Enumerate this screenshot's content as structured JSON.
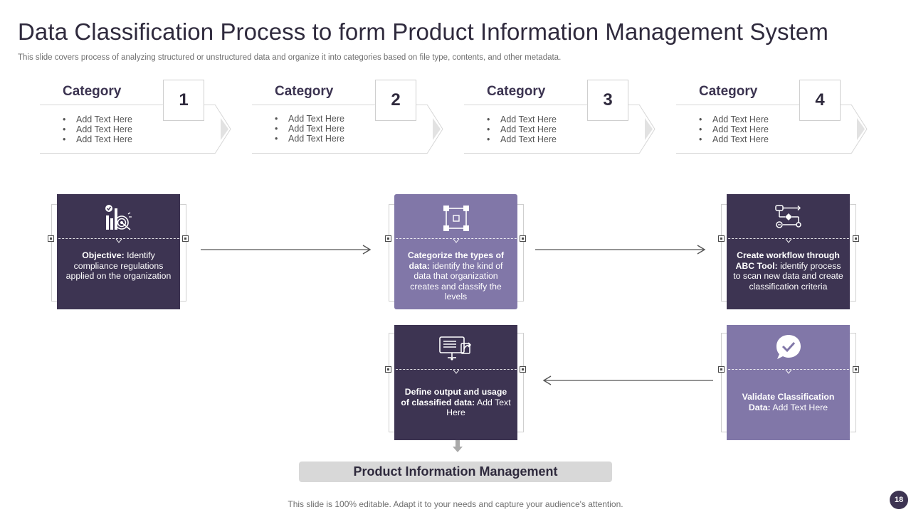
{
  "header": {
    "title": "Data Classification Process to form Product Information Management System",
    "subtitle": "This slide covers process of analyzing structured or unstructured data and organize it into categories based on file type,  contents, and other metadata."
  },
  "categories": [
    {
      "label": "Category",
      "number": "1",
      "items": [
        "Add Text Here",
        "Add Text Here",
        "Add Text Here"
      ]
    },
    {
      "label": "Category",
      "number": "2",
      "items": [
        "Add Text Here",
        "Add Text Here",
        "Add Text Here"
      ]
    },
    {
      "label": "Category",
      "number": "3",
      "items": [
        "Add Text Here",
        "Add Text Here",
        "Add Text Here"
      ]
    },
    {
      "label": "Category",
      "number": "4",
      "items": [
        "Add Text Here",
        "Add Text Here",
        "Add Text Here"
      ]
    }
  ],
  "steps": {
    "objective": {
      "bold": "Objective:",
      "text": " Identify compliance regulations applied on the organization",
      "icon": "chart-target-icon"
    },
    "categorize": {
      "bold": "Categorize the types of data:",
      "text": " identify the kind of data that organization creates and classify the levels",
      "icon": "frame-nodes-icon"
    },
    "workflow": {
      "bold": "Create workflow through ABC Tool:",
      "text": " identify process to scan new data and create classification criteria",
      "icon": "workflow-icon"
    },
    "validate": {
      "bold": "Validate Classification Data:",
      "text": " Add Text Here",
      "icon": "chat-check-icon"
    },
    "define": {
      "bold": "Define output and usage of classified data:",
      "text": " Add Text Here",
      "icon": "monitor-share-icon"
    }
  },
  "pim_label": "Product Information Management",
  "footer": {
    "note": "This slide is 100% editable. Adapt it to your needs and capture your audience's attention.",
    "page_number": "18"
  },
  "colors": {
    "dark": "#3d3452",
    "light": "#8177a8"
  }
}
